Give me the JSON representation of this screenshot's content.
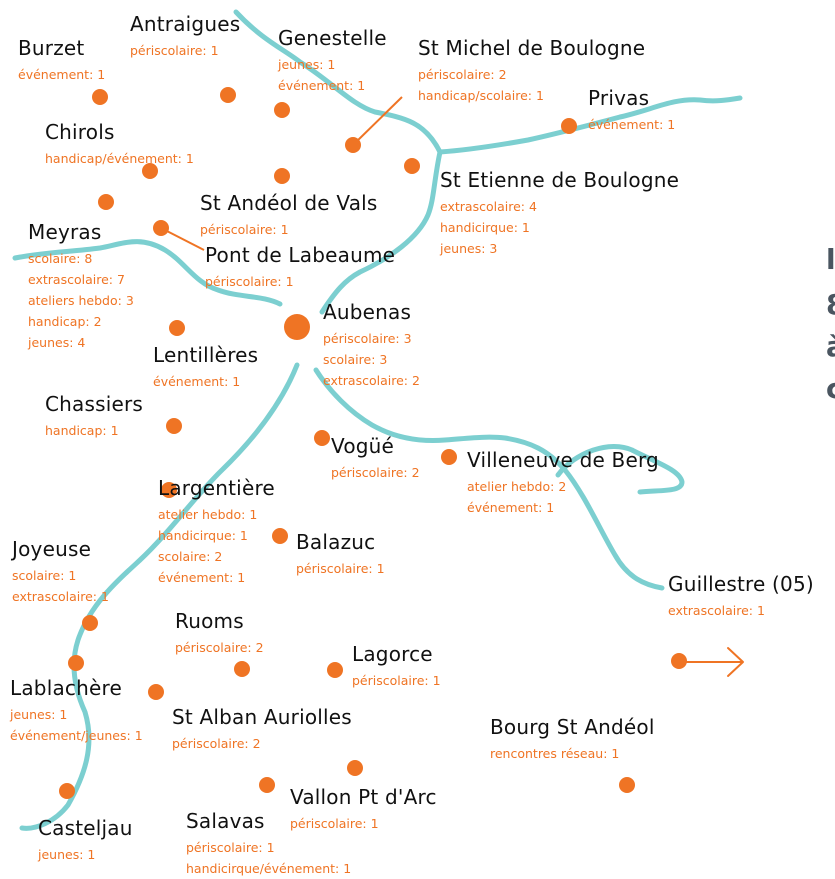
{
  "colors": {
    "river": "#7ccfd0",
    "dot": "#ef7424",
    "label": "#111111",
    "info": "#ef7424"
  },
  "towns": [
    {
      "name": "Burzet",
      "info": [
        "événement: 1"
      ]
    },
    {
      "name": "Antraigues",
      "info": [
        "périscolaire: 1"
      ]
    },
    {
      "name": "Genestelle",
      "info": [
        "jeunes: 1",
        "événement: 1"
      ]
    },
    {
      "name": "St Michel de Boulogne",
      "info": [
        "périscolaire: 2",
        "handicap/scolaire: 1"
      ]
    },
    {
      "name": "Privas",
      "info": [
        "événement: 1"
      ]
    },
    {
      "name": "Chirols",
      "info": [
        "handicap/événement: 1"
      ]
    },
    {
      "name": "St Etienne de Boulogne",
      "info": [
        "extrascolaire: 4",
        "handicirque: 1",
        "jeunes: 3"
      ]
    },
    {
      "name": "St Andéol de Vals",
      "info": [
        "périscolaire: 1"
      ]
    },
    {
      "name": "Meyras",
      "info": [
        "scolaire: 8",
        "extrascolaire: 7",
        "ateliers hebdo: 3",
        "handicap: 2",
        "jeunes: 4"
      ]
    },
    {
      "name": "Pont de Labeaume",
      "info": [
        "périscolaire: 1"
      ]
    },
    {
      "name": "Aubenas",
      "info": [
        "périscolaire: 3",
        "scolaire: 3",
        "extrascolaire: 2"
      ]
    },
    {
      "name": "Lentillères",
      "info": [
        "événement: 1"
      ]
    },
    {
      "name": "Chassiers",
      "info": [
        "handicap: 1"
      ]
    },
    {
      "name": "Vogüé",
      "info": [
        "périscolaire: 2"
      ]
    },
    {
      "name": "Villeneuve de Berg",
      "info": [
        "atelier hebdo: 2",
        "événement: 1"
      ]
    },
    {
      "name": "Largentière",
      "info": [
        "atelier hebdo: 1",
        "handicirque: 1",
        "scolaire: 2",
        "événement: 1"
      ]
    },
    {
      "name": "Balazuc",
      "info": [
        "périscolaire: 1"
      ]
    },
    {
      "name": "Joyeuse",
      "info": [
        "scolaire: 1",
        "extrascolaire: 1"
      ]
    },
    {
      "name": "Guillestre (05)",
      "info": [
        "extrascolaire: 1"
      ]
    },
    {
      "name": "Ruoms",
      "info": [
        "périscolaire: 2"
      ]
    },
    {
      "name": "Lagorce",
      "info": [
        "périscolaire: 1"
      ]
    },
    {
      "name": "Lablachère",
      "info": [
        "jeunes: 1",
        "événement/jeunes: 1"
      ]
    },
    {
      "name": "St Alban Auriolles",
      "info": [
        "périscolaire: 2"
      ]
    },
    {
      "name": "Bourg St Andéol",
      "info": [
        "rencontres réseau: 1"
      ]
    },
    {
      "name": "Vallon Pt d'Arc",
      "info": [
        "périscolaire: 1"
      ]
    },
    {
      "name": "Salavas",
      "info": [
        "périscolaire: 1",
        "handicirque/événement: 1"
      ]
    },
    {
      "name": "Casteljau",
      "info": [
        "jeunes: 1"
      ]
    }
  ]
}
